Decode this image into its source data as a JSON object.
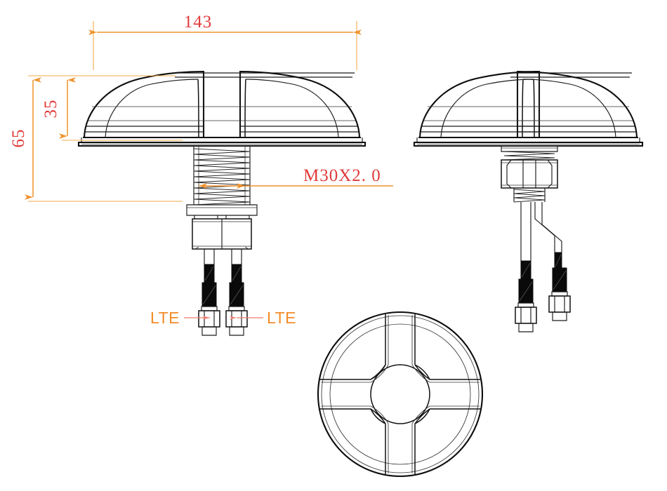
{
  "drawing": {
    "title": "LTE antenna mechanical drawing",
    "views": [
      {
        "name": "front-elevation-view",
        "position": "left"
      },
      {
        "name": "side-elevation-view",
        "position": "right"
      },
      {
        "name": "bottom-plan-view",
        "position": "bottom-center"
      }
    ],
    "colors": {
      "dimension_text": "#e03b3b",
      "dimension_line": "#f0922b",
      "label_text": "#f28c28",
      "leader_line": "#ef7b6e",
      "outline": "#1a1a1a",
      "background": "#ffffff"
    }
  },
  "dimensions": {
    "width": {
      "value": "143",
      "orientation": "horizontal",
      "unit_implied": "mm"
    },
    "total_height": {
      "value": "65",
      "orientation": "vertical",
      "unit_implied": "mm"
    },
    "dome_height": {
      "value": "35",
      "orientation": "vertical",
      "unit_implied": "mm"
    },
    "thread_spec": {
      "value": "M30X2. 0",
      "orientation": "horizontal"
    }
  },
  "callouts": {
    "connector_left": {
      "label": "LTE"
    },
    "connector_right": {
      "label": "LTE"
    }
  }
}
